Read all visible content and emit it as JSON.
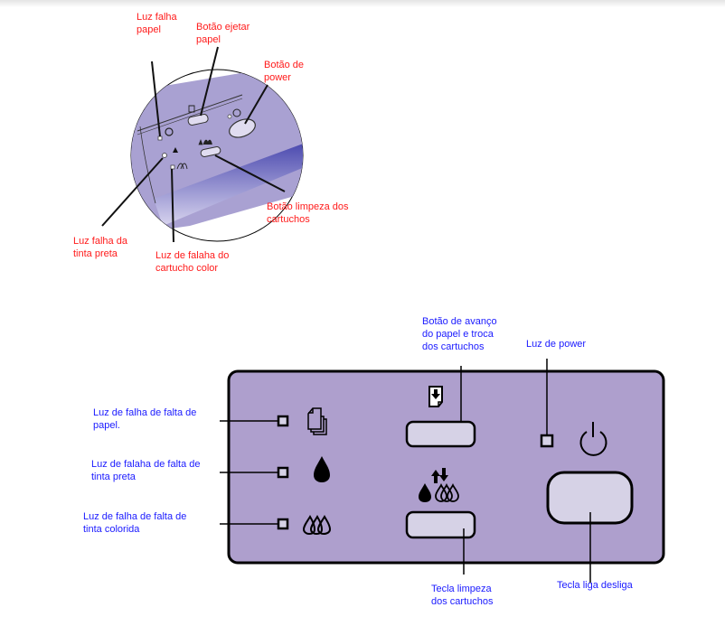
{
  "top_diagram": {
    "labels": {
      "paper_fault_light": [
        "Luz falha",
        "papel"
      ],
      "eject_paper_button": [
        "Botão ejetar",
        "papel"
      ],
      "power_button": [
        "Botão de",
        "power"
      ],
      "cartridge_clean_button": [
        "Botão limpeza dos",
        "cartuchos"
      ],
      "black_ink_fault_light": [
        "Luz falha da",
        "tinta preta"
      ],
      "color_cartridge_fault_light": [
        "Luz de falaha do",
        "cartucho color"
      ]
    },
    "label_color": "#ff1a1a"
  },
  "bottom_diagram": {
    "labels": {
      "paper_fault_light": [
        "Luz de falha de falta de",
        "papel."
      ],
      "black_ink_fault_light": [
        "Luz de falaha de falta de",
        "tinta preta"
      ],
      "color_ink_fault_light": [
        "Luz de falha de falta de",
        "tinta colorida"
      ],
      "paper_advance_button": [
        "Botão de avanço",
        "do papel e troca",
        "dos cartuchos"
      ],
      "power_light": [
        "Luz de power"
      ],
      "cartridge_clean_key": [
        "Tecla limpeza",
        "dos cartuchos"
      ],
      "power_key": [
        "Tecla liga desliga"
      ]
    },
    "label_color": "#1a1aff",
    "panel_color": "#ae9fcd",
    "button_color": "#d6d2e6",
    "icons": [
      "paper-stack-icon",
      "black-ink-drop-icon",
      "color-ink-drops-icon",
      "paper-feed-icon",
      "ink-exchange-icon",
      "power-icon"
    ]
  }
}
